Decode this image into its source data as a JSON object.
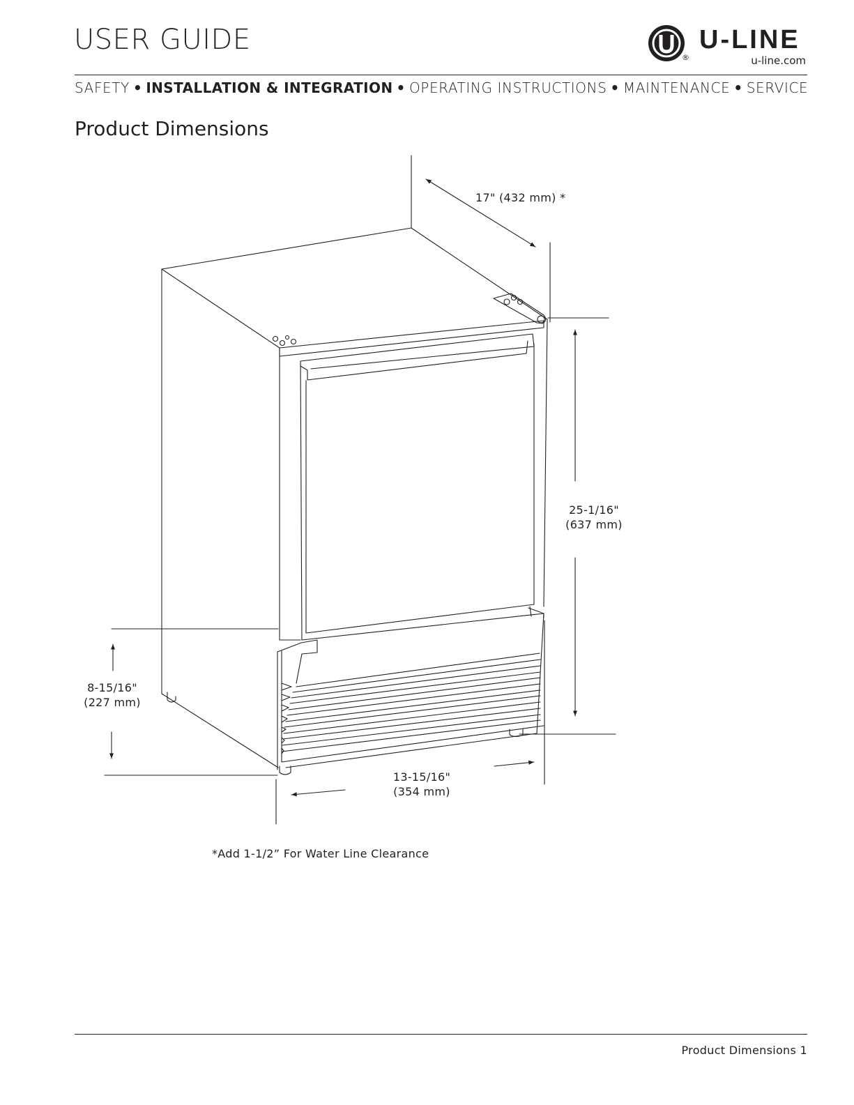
{
  "header": {
    "title": "USER GUIDE",
    "brand": {
      "wordmark": "U-LINE",
      "url": "u-line.com",
      "registered": "®"
    }
  },
  "nav": {
    "items": [
      {
        "label": "SAFETY",
        "active": false
      },
      {
        "label": "INSTALLATION & INTEGRATION",
        "active": true
      },
      {
        "label": "OPERATING INSTRUCTIONS",
        "active": false
      },
      {
        "label": "MAINTENANCE",
        "active": false
      },
      {
        "label": "SERVICE",
        "active": false
      }
    ],
    "separator": "•"
  },
  "section": {
    "title": "Product Dimensions"
  },
  "dimensions": {
    "depth": "17\" (432 mm) *",
    "height_line1": "25-1/16\"",
    "height_line2": "(637 mm)",
    "grille_line1": "8-15/16\"",
    "grille_line2": "(227 mm)",
    "width_line1": "13-15/16\"",
    "width_line2": "(354 mm)"
  },
  "note": "*Add 1-1/2”  For Water Line Clearance",
  "footer": {
    "page_label": "Product Dimensions 1"
  }
}
